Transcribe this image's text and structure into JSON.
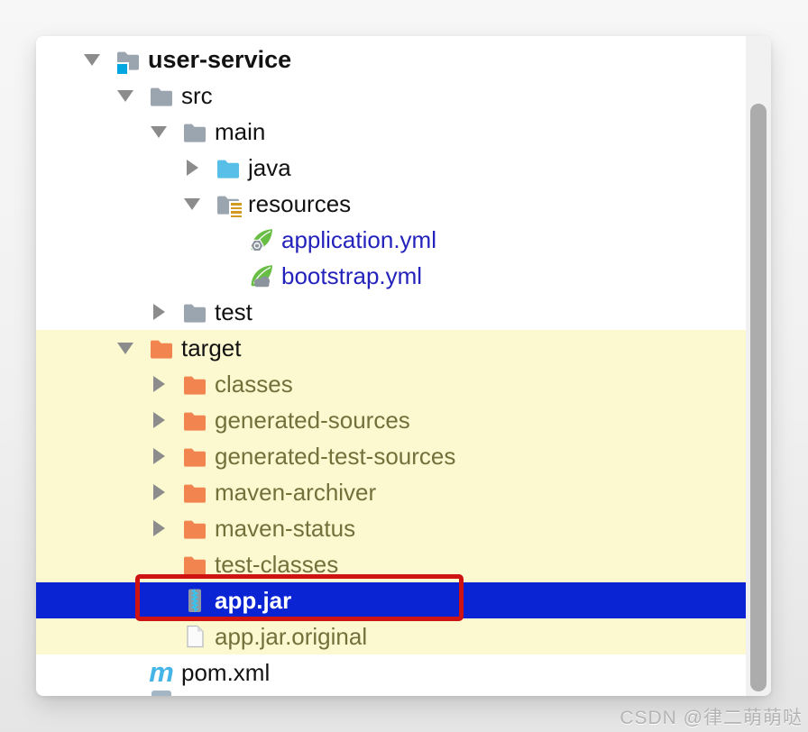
{
  "colors": {
    "selection": "#0A24D4",
    "selection_text": "#FFFFFF",
    "row_highlight": "#FCF9D0",
    "excluded_text": "#72713C",
    "modified_text": "#2323BC",
    "label_text": "#121212",
    "folder_gray": "#9AA5B0",
    "folder_orange": "#F2854F",
    "folder_blue": "#58BFE8",
    "badge_cyan": "#00A7E1",
    "badge_amber": "#D29A20",
    "annotation_red": "#CE1312",
    "spring_green": "#68BD45",
    "badge_gray": "#8B949C",
    "maven_cyan": "#45B5E8",
    "chevron": "#8C8C8C",
    "scroll_thumb": "#ACACAC"
  },
  "icons": {
    "maven_glyph": "m"
  },
  "tree": {
    "items": [
      {
        "label": "user-service",
        "icon": "project-folder",
        "state": "expanded"
      },
      {
        "label": "src",
        "icon": "folder",
        "state": "expanded"
      },
      {
        "label": "main",
        "icon": "folder",
        "state": "expanded"
      },
      {
        "label": "java",
        "icon": "source-folder",
        "state": "collapsed"
      },
      {
        "label": "resources",
        "icon": "resources-folder",
        "state": "expanded"
      },
      {
        "label": "application.yml",
        "icon": "spring-boot-config"
      },
      {
        "label": "bootstrap.yml",
        "icon": "spring-cloud-config"
      },
      {
        "label": "test",
        "icon": "folder",
        "state": "collapsed"
      },
      {
        "label": "target",
        "icon": "excluded-folder",
        "state": "expanded"
      },
      {
        "label": "classes",
        "icon": "excluded-folder",
        "state": "collapsed"
      },
      {
        "label": "generated-sources",
        "icon": "excluded-folder",
        "state": "collapsed"
      },
      {
        "label": "generated-test-sources",
        "icon": "excluded-folder",
        "state": "collapsed"
      },
      {
        "label": "maven-archiver",
        "icon": "excluded-folder",
        "state": "collapsed"
      },
      {
        "label": "maven-status",
        "icon": "excluded-folder",
        "state": "collapsed"
      },
      {
        "label": "test-classes",
        "icon": "excluded-folder"
      },
      {
        "label": "app.jar",
        "icon": "jar-archive",
        "selected": true
      },
      {
        "label": "app.jar.original",
        "icon": "file"
      },
      {
        "label": "pom.xml",
        "icon": "maven-file"
      }
    ]
  },
  "watermark": {
    "text": "CSDN @律二萌萌哒"
  }
}
